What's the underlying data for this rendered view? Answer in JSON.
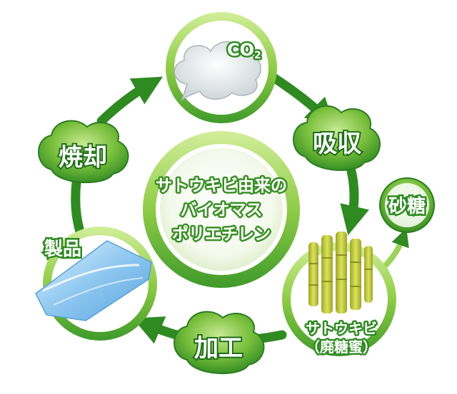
{
  "center": {
    "line1": "サトウキビ由来の",
    "line2": "バイオマス",
    "line3": "ポリエチレン"
  },
  "nodes": {
    "co2": {
      "base": "CO",
      "sub": "2"
    },
    "absorb": "吸収",
    "sugar": "砂糖",
    "sugarcane": {
      "line1": "サトウキビ",
      "line2": "（廃糖蜜）"
    },
    "process": "加工",
    "product": "製品",
    "incinerate": "焼却"
  },
  "colors": {
    "green_dark": "#2f8a22",
    "green_mid": "#5aaa2e",
    "green_light": "#a9d46b",
    "text_white": "#ffffff",
    "cloud_grey": "#dfe4e6",
    "film_blue": "#8ec7f0",
    "cane_yellow": "#c9cf3e"
  }
}
